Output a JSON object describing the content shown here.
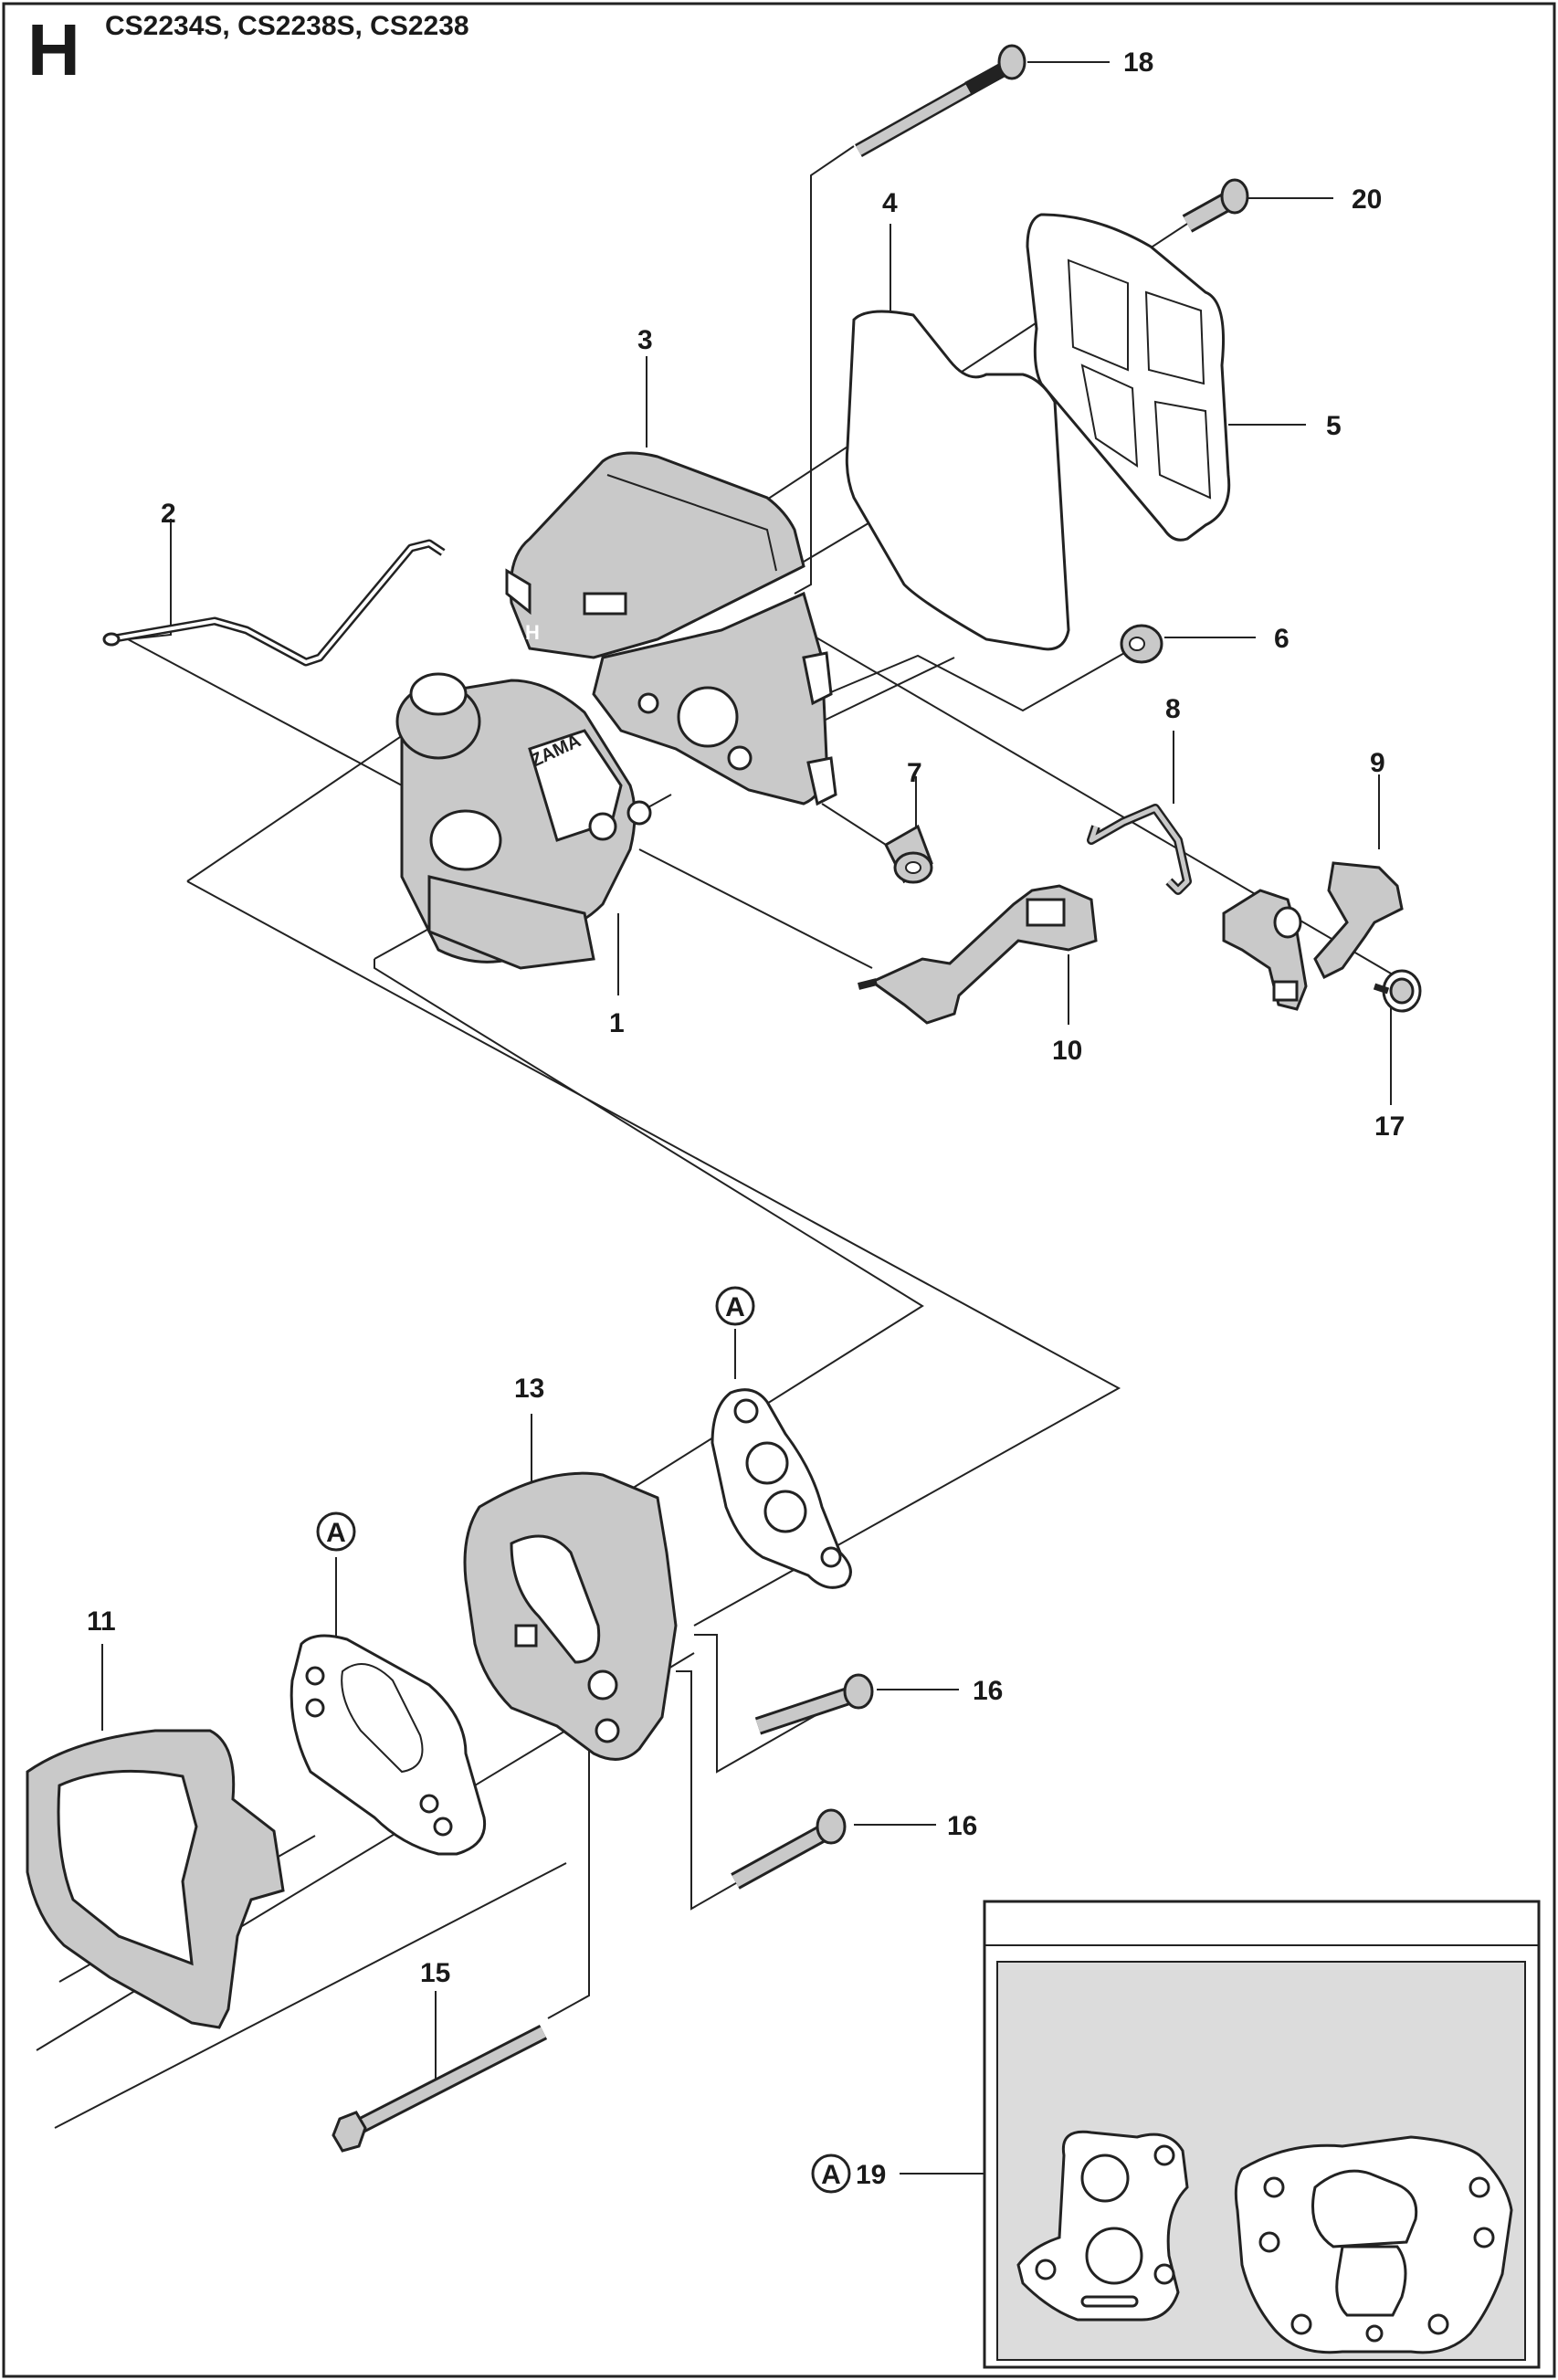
{
  "header": {
    "section_letter": "H",
    "models": "CS2234S, CS2238S, CS2238"
  },
  "callouts": {
    "c1": "1",
    "c2": "2",
    "c3": "3",
    "c4": "4",
    "c5": "5",
    "c6": "6",
    "c7": "7",
    "c8": "8",
    "c9": "9",
    "c10": "10",
    "c11": "11",
    "c13": "13",
    "c15": "15",
    "c16a": "16",
    "c16b": "16",
    "c17": "17",
    "c18": "18",
    "c19": "19",
    "c20": "20"
  },
  "markers": {
    "a_top": "A",
    "a_mid": "A",
    "a_kit": "A"
  },
  "colors": {
    "line": "#222222",
    "part_fill": "#c9c9c9",
    "inset_bg": "#dcdcdc"
  }
}
